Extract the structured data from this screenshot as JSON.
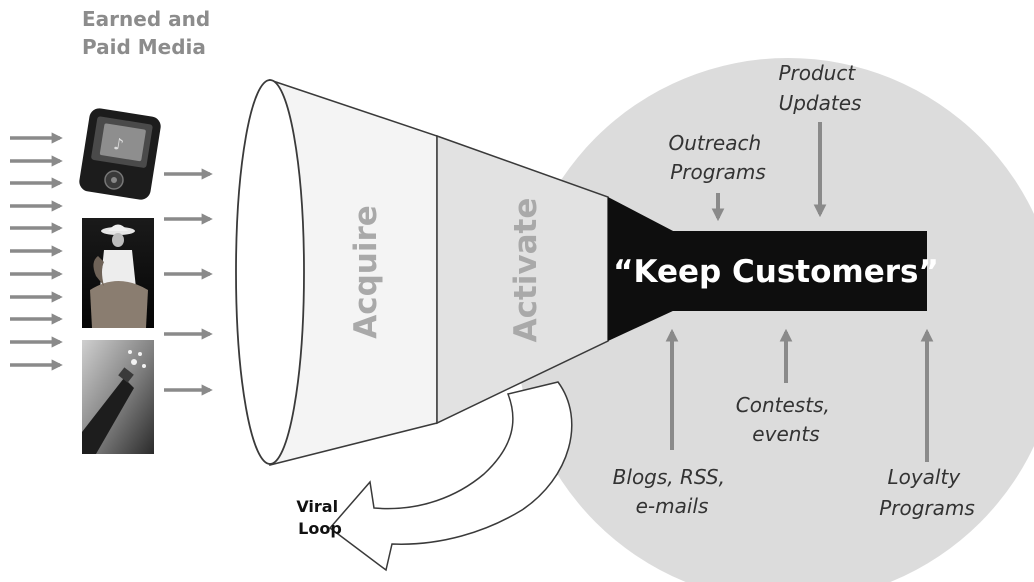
{
  "media_heading": [
    "Earned and",
    "Paid Media"
  ],
  "funnel": {
    "stage_1": "Acquire",
    "stage_2": "Activate",
    "retain_banner": "“Keep Customers”"
  },
  "retention_tactics": {
    "product_updates": [
      "Product",
      "Updates"
    ],
    "outreach_programs": [
      "Outreach",
      "Programs"
    ],
    "blogs_rss_emails": [
      "Blogs, RSS,",
      "e-mails"
    ],
    "contests_events": [
      "Contests,",
      "events"
    ],
    "loyalty_programs": [
      "Loyalty",
      "Programs"
    ]
  },
  "viral_loop": [
    "Viral",
    "Loop"
  ],
  "media_images": [
    "music-player-image",
    "cowboy-on-horse-image",
    "champagne-bottle-image"
  ],
  "colors": {
    "retention_circle": "#dcdcdc",
    "funnel_acquire": "#f4f4f4",
    "funnel_activate": "#e2e2e2",
    "banner": "#0e0e0e",
    "arrow": "#8a8a8a"
  }
}
